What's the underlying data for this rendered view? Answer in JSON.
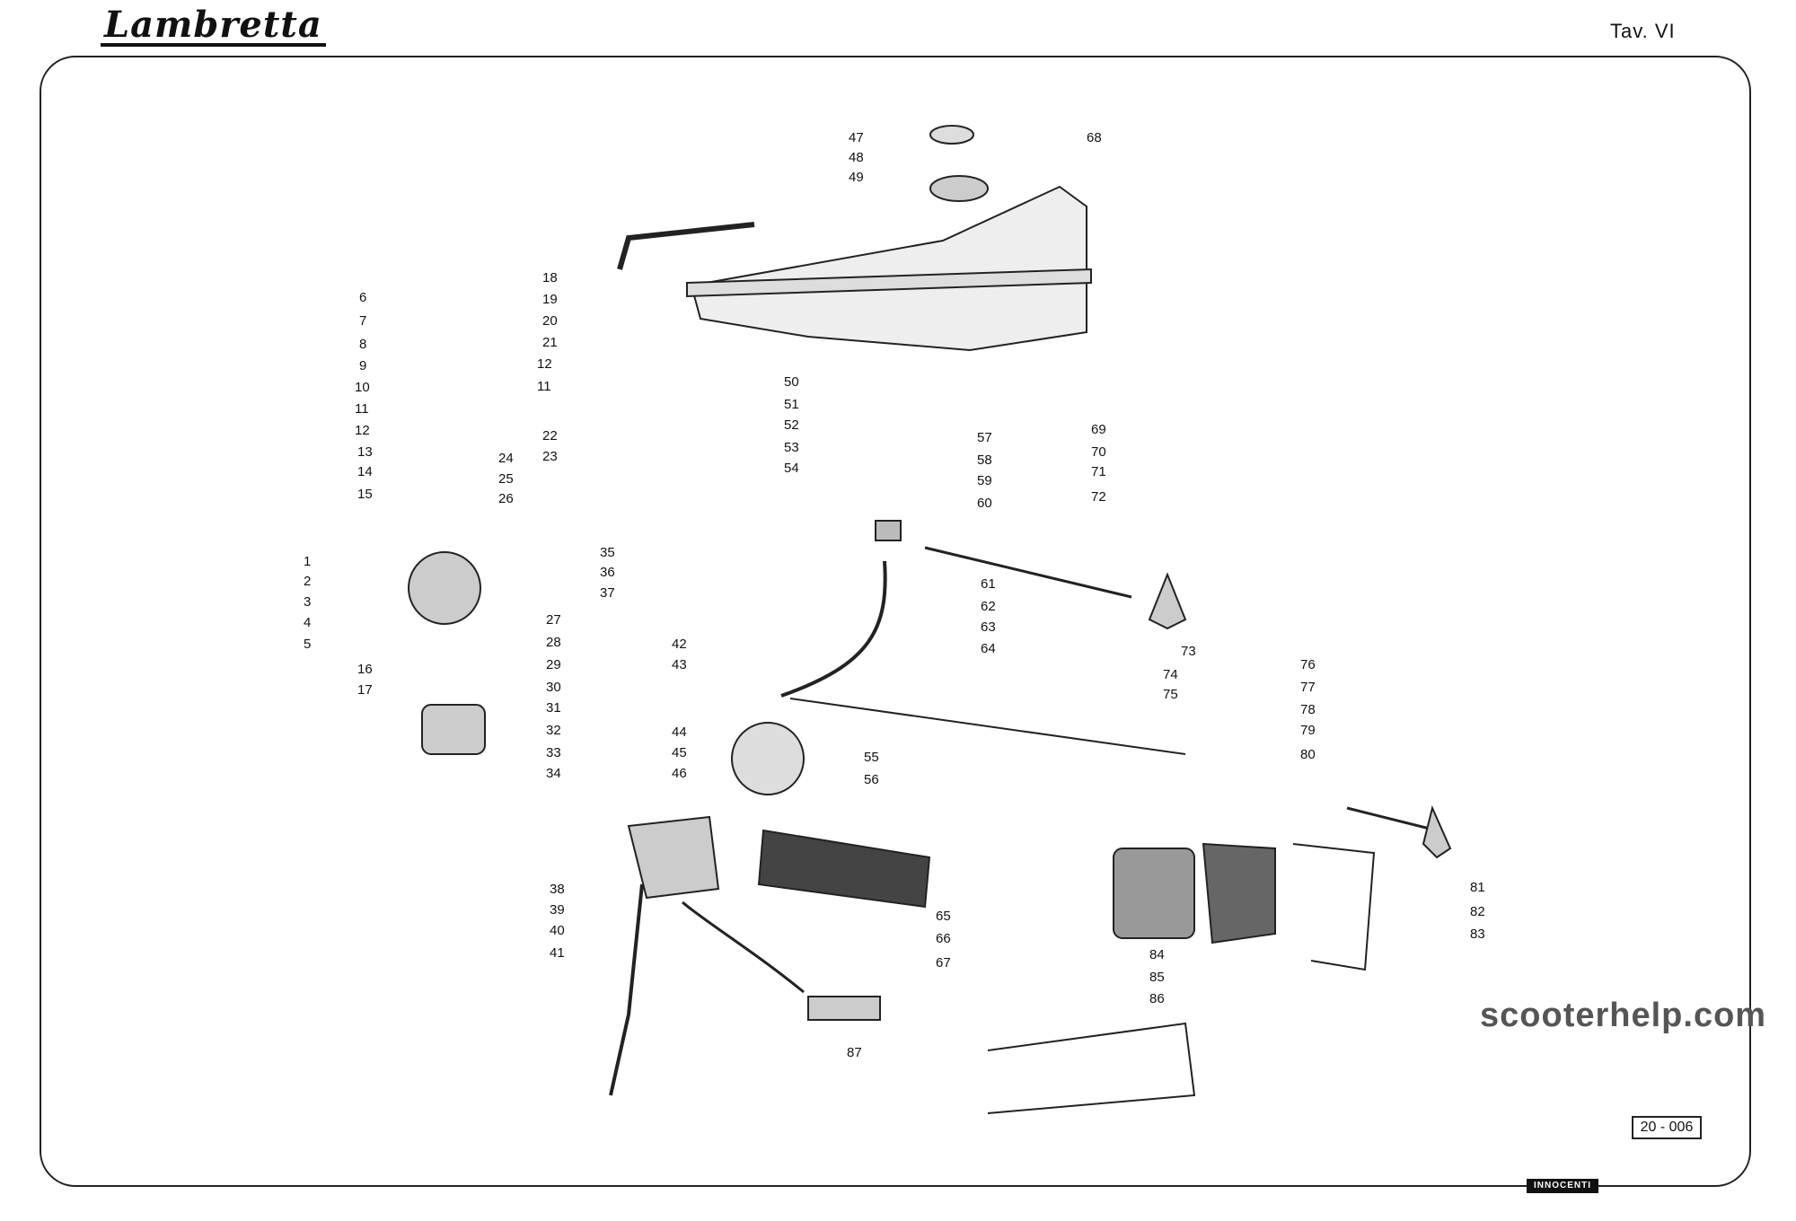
{
  "header": {
    "logo": "Lambretta",
    "plate": "Tav. VI"
  },
  "watermark": "scooterhelp.com",
  "code": "20 - 006",
  "brand": "INNOCENTI",
  "part_numbers": [
    "1",
    "2",
    "3",
    "4",
    "5",
    "6",
    "7",
    "8",
    "9",
    "10",
    "11",
    "12",
    "13",
    "14",
    "15",
    "16",
    "17",
    "18",
    "19",
    "20",
    "21",
    "22",
    "23",
    "24",
    "25",
    "26",
    "27",
    "28",
    "29",
    "30",
    "31",
    "32",
    "33",
    "34",
    "35",
    "36",
    "37",
    "38",
    "39",
    "40",
    "41",
    "42",
    "43",
    "44",
    "45",
    "46",
    "47",
    "48",
    "49",
    "50",
    "51",
    "52",
    "53",
    "54",
    "55",
    "56",
    "57",
    "58",
    "59",
    "60",
    "61",
    "62",
    "63",
    "64",
    "65",
    "66",
    "67",
    "68",
    "69",
    "70",
    "71",
    "72",
    "73",
    "74",
    "75",
    "76",
    "77",
    "78",
    "79",
    "80",
    "81",
    "82",
    "83",
    "84",
    "85",
    "86",
    "87"
  ],
  "extra_labels": [
    "12",
    "11"
  ]
}
